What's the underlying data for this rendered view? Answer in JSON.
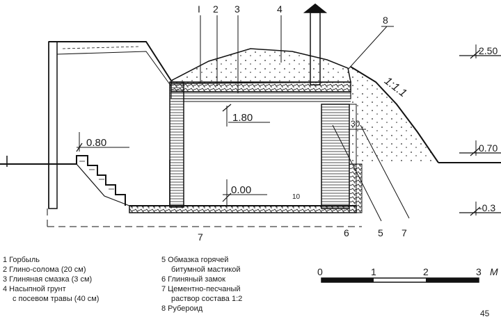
{
  "callouts": {
    "c1": "I",
    "c2": "2",
    "c3": "3",
    "c4": "4",
    "c5": "5",
    "c6": "6",
    "c7a": "7",
    "c7b": "7",
    "c8": "8"
  },
  "elevations": {
    "top": "2.50",
    "mid": "0.70",
    "low": "-0.3"
  },
  "dimensions": {
    "stair_level": "0.80",
    "ceiling": "1.80",
    "floor": "0.00",
    "wall_gap": "30",
    "slope": "1:1.1",
    "small": "10"
  },
  "scale": {
    "t0": "0",
    "t1": "1",
    "t2": "2",
    "t3": "3",
    "unit": "M"
  },
  "legend": {
    "left": [
      "1 Горбыль",
      "2 Глино-солома (20 см)",
      "3 Глиняная смазка (3 см)",
      "4 Насыпной грунт",
      "с посевом травы (40 см)"
    ],
    "right": [
      "5 Обмазка горячей",
      "битумной мастикой",
      "6 Глиняный замок",
      "7 Цементно-песчаный",
      "раствор состава 1:2",
      "8 Рубероид"
    ]
  },
  "page_number": "45"
}
